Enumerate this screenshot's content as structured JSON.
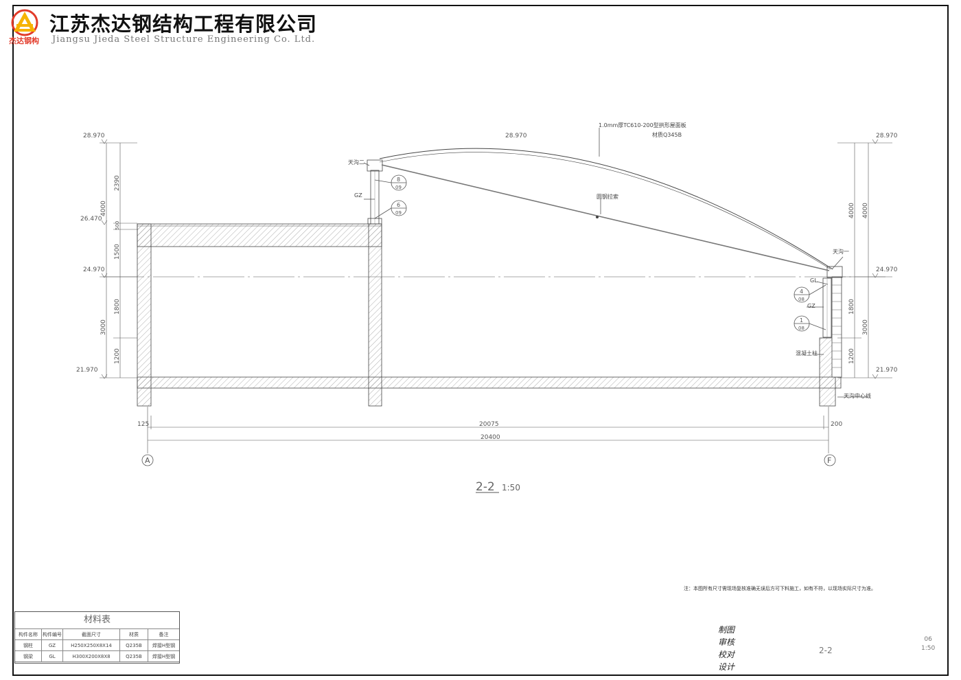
{
  "title_block": {
    "company_cn": "江苏杰达钢结构工程有限公司",
    "company_en": "Jiangsu Jieda Steel Structure Engineering Co. Ltd.",
    "logo_text": "杰达钢构",
    "brand_color": "#e23b2a",
    "logo_color": "#f6b300"
  },
  "drawing": {
    "view_title": "2-2",
    "view_scale": "1:50",
    "elevations": {
      "top": "28.970",
      "mid": "26.470",
      "base": "24.970",
      "bottom": "21.970"
    },
    "left_dims": {
      "d2390": "2390",
      "d500": "500",
      "d4000": "4000",
      "d1500": "1500",
      "d1800": "1800",
      "d3000": "3000",
      "d1200": "1200"
    },
    "right_dims": {
      "d4000": "4000",
      "d1800": "1800",
      "d3000": "3000",
      "d1200": "1200"
    },
    "span_dims": {
      "left_offset": "125",
      "inner": "20075",
      "right_offset": "200",
      "total": "20400"
    },
    "axes": {
      "left": "A",
      "right": "F"
    },
    "callouts": [
      {
        "num": "8",
        "sheet": "09"
      },
      {
        "num": "6",
        "sheet": "09"
      },
      {
        "num": "4",
        "sheet": "08"
      },
      {
        "num": "1",
        "sheet": "08"
      }
    ],
    "annotations": {
      "roof_panel": "1.0mm厚TC610-200型拱形屋面板",
      "roof_material": "材质Q345B",
      "tie_rod": "圆钢拉索",
      "gutter_left": "天沟二",
      "gutter_right": "天沟一",
      "gz": "GZ",
      "gl": "GL",
      "concrete_column": "混凝土柱",
      "gutter_centerline": "天沟中心线"
    },
    "note": "注：本图所有尺寸需现场复核准确无误后方可下料施工，如有不符，以现场实际尺寸为准。"
  },
  "material_table": {
    "title": "材料表",
    "headers": [
      "构件名称",
      "构件编号",
      "截面尺寸",
      "材质",
      "备注"
    ],
    "rows": [
      [
        "钢柱",
        "GZ",
        "H250X250X8X14",
        "Q235B",
        "焊接H型钢"
      ],
      [
        "钢梁",
        "GL",
        "H300X200X8X8",
        "Q235B",
        "焊接H型钢"
      ]
    ]
  },
  "signatures": [
    "制图",
    "审核",
    "校对",
    "设计"
  ],
  "sheet": {
    "name": "2-2",
    "number": "06",
    "scale": "1:50"
  }
}
